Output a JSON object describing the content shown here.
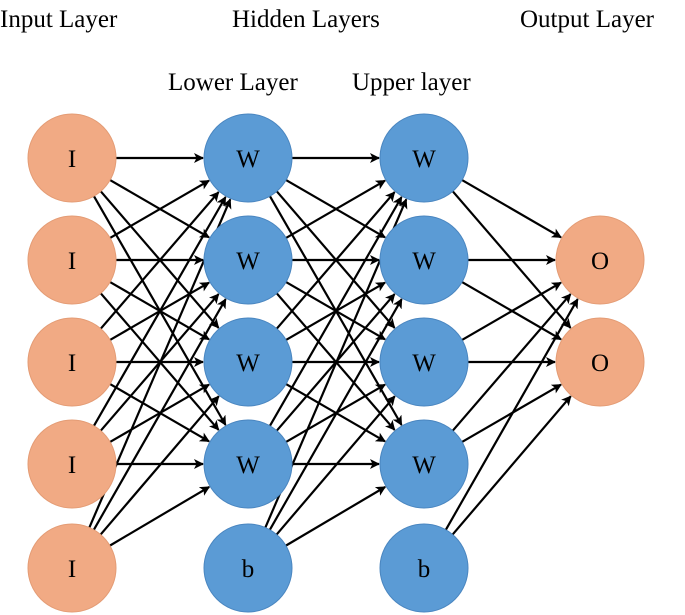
{
  "headers": {
    "input": "Input Layer",
    "hidden": "Hidden Layers",
    "output": "Output Layer",
    "lower": "Lower Layer",
    "upper": "Upper layer"
  },
  "colors": {
    "io_node": "#F1AA84",
    "io_node_stroke": "#E49C75",
    "hidden_node": "#5B9BD5",
    "hidden_node_stroke": "#4A86C0",
    "edge": "#000000"
  },
  "layers": [
    {
      "id": "input",
      "nodes": [
        "I",
        "I",
        "I",
        "I",
        "I"
      ]
    },
    {
      "id": "lower",
      "nodes": [
        "W",
        "W",
        "W",
        "W",
        "b"
      ]
    },
    {
      "id": "upper",
      "nodes": [
        "W",
        "W",
        "W",
        "W",
        "b"
      ]
    },
    {
      "id": "output",
      "nodes": [
        "O",
        "O"
      ]
    }
  ]
}
